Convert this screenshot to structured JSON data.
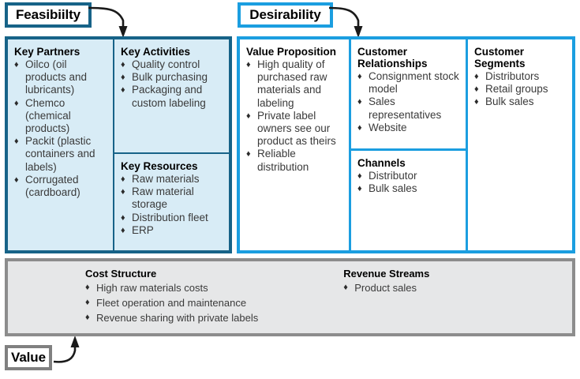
{
  "annotations": {
    "feasibility": {
      "label": "Feasibiilty",
      "color": "#176388"
    },
    "desirability": {
      "label": "Desirability",
      "color": "#1b9ee0"
    },
    "value": {
      "label": "Value",
      "color": "#808080"
    }
  },
  "canvas": {
    "feasibility_group": {
      "fill": "#d8ecf6",
      "border": "#176388",
      "blocks": [
        {
          "title": "Key Partners",
          "items": [
            "Oilco (oil products and lubricants)",
            "Chemco (chemical products)",
            "Packit (plastic containers and labels)",
            "Corrugated (cardboard)"
          ]
        },
        {
          "title": "Key Activities",
          "items": [
            "Quality control",
            "Bulk purchasing",
            "Packaging and custom labeling"
          ]
        },
        {
          "title": "Key Resources",
          "items": [
            "Raw materials",
            "Raw material storage",
            "Distribution fleet",
            "ERP"
          ]
        }
      ]
    },
    "desirability_group": {
      "fill": "#ffffff",
      "border": "#1b9ee0",
      "blocks": [
        {
          "title": "Value Proposition",
          "items": [
            "High quality of purchased raw materials and labeling",
            "Private label owners see our product as theirs",
            "Reliable distribution"
          ]
        },
        {
          "title": "Customer\nRelationships",
          "items": [
            "Consignment stock model",
            "Sales representatives",
            "Website"
          ]
        },
        {
          "title": "Channels",
          "items": [
            "Distributor",
            "Bulk sales"
          ]
        },
        {
          "title": "Customer\nSegments",
          "items": [
            "Distributors",
            "Retail groups",
            "Bulk sales"
          ]
        }
      ]
    },
    "bottom_bar": {
      "fill": "#e6e7e8",
      "border": "#8c8c8c",
      "blocks": [
        {
          "title": "Cost Structure",
          "items": [
            "High raw materials costs",
            "Fleet operation and maintenance",
            "Revenue sharing with private labels"
          ]
        },
        {
          "title": "Revenue Streams",
          "items": [
            "Product sales"
          ]
        }
      ]
    }
  }
}
